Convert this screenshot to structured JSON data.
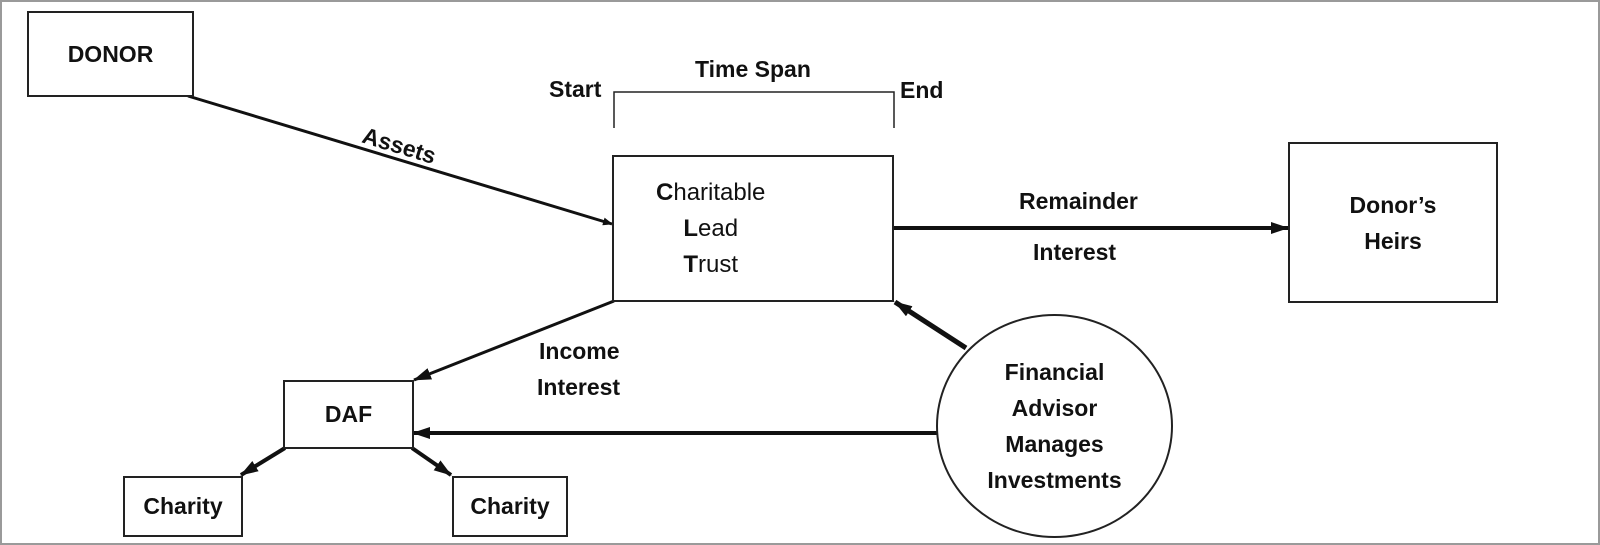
{
  "nodes": {
    "donor": "DONOR",
    "trust_lines": [
      {
        "initial": "C",
        "rest": "haritable"
      },
      {
        "initial": "L",
        "rest": "ead"
      },
      {
        "initial": "T",
        "rest": "rust"
      }
    ],
    "heirs_line1": "Donor’s",
    "heirs_line2": "Heirs",
    "daf": "DAF",
    "charity_left": "Charity",
    "charity_right": "Charity",
    "advisor_lines": [
      "Financial",
      "Advisor",
      "Manages",
      "Investments"
    ]
  },
  "labels": {
    "assets": "Assets",
    "time_span": "Time Span",
    "start": "Start",
    "end": "End",
    "remainder": "Remainder",
    "interest": "Interest",
    "income": "Income",
    "income_interest": "Interest"
  }
}
